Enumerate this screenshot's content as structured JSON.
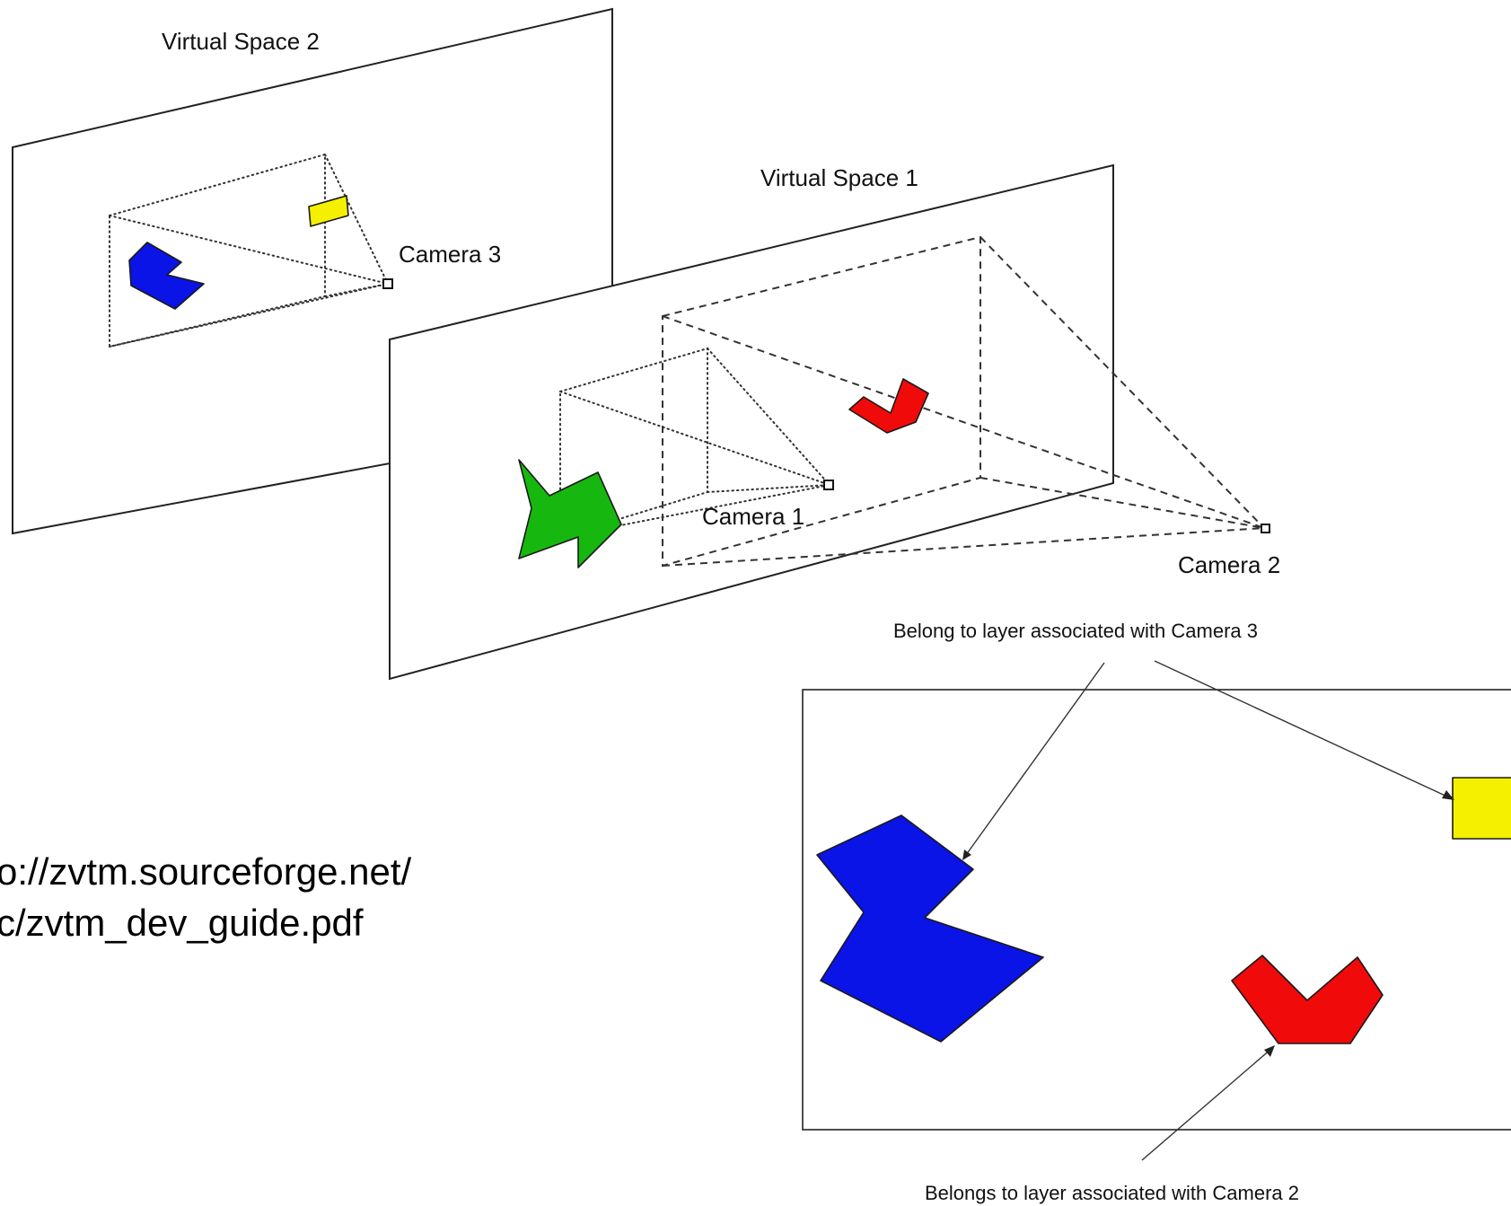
{
  "labels": {
    "virtual_space_2": "Virtual Space 2",
    "virtual_space_1": "Virtual Space 1",
    "camera_1": "Camera 1",
    "camera_2": "Camera 2",
    "camera_3": "Camera 3",
    "note_camera_3": "Belong to layer associated with Camera 3",
    "note_camera_2": "Belongs to layer associated with Camera 2",
    "url_line_1": "o://zvtm.sourceforge.net/",
    "url_line_2": "c/zvtm_dev_guide.pdf"
  },
  "colors": {
    "blue": "#0a14e6",
    "yellow": "#f5f000",
    "red": "#f00a0a",
    "green": "#16b80f"
  }
}
